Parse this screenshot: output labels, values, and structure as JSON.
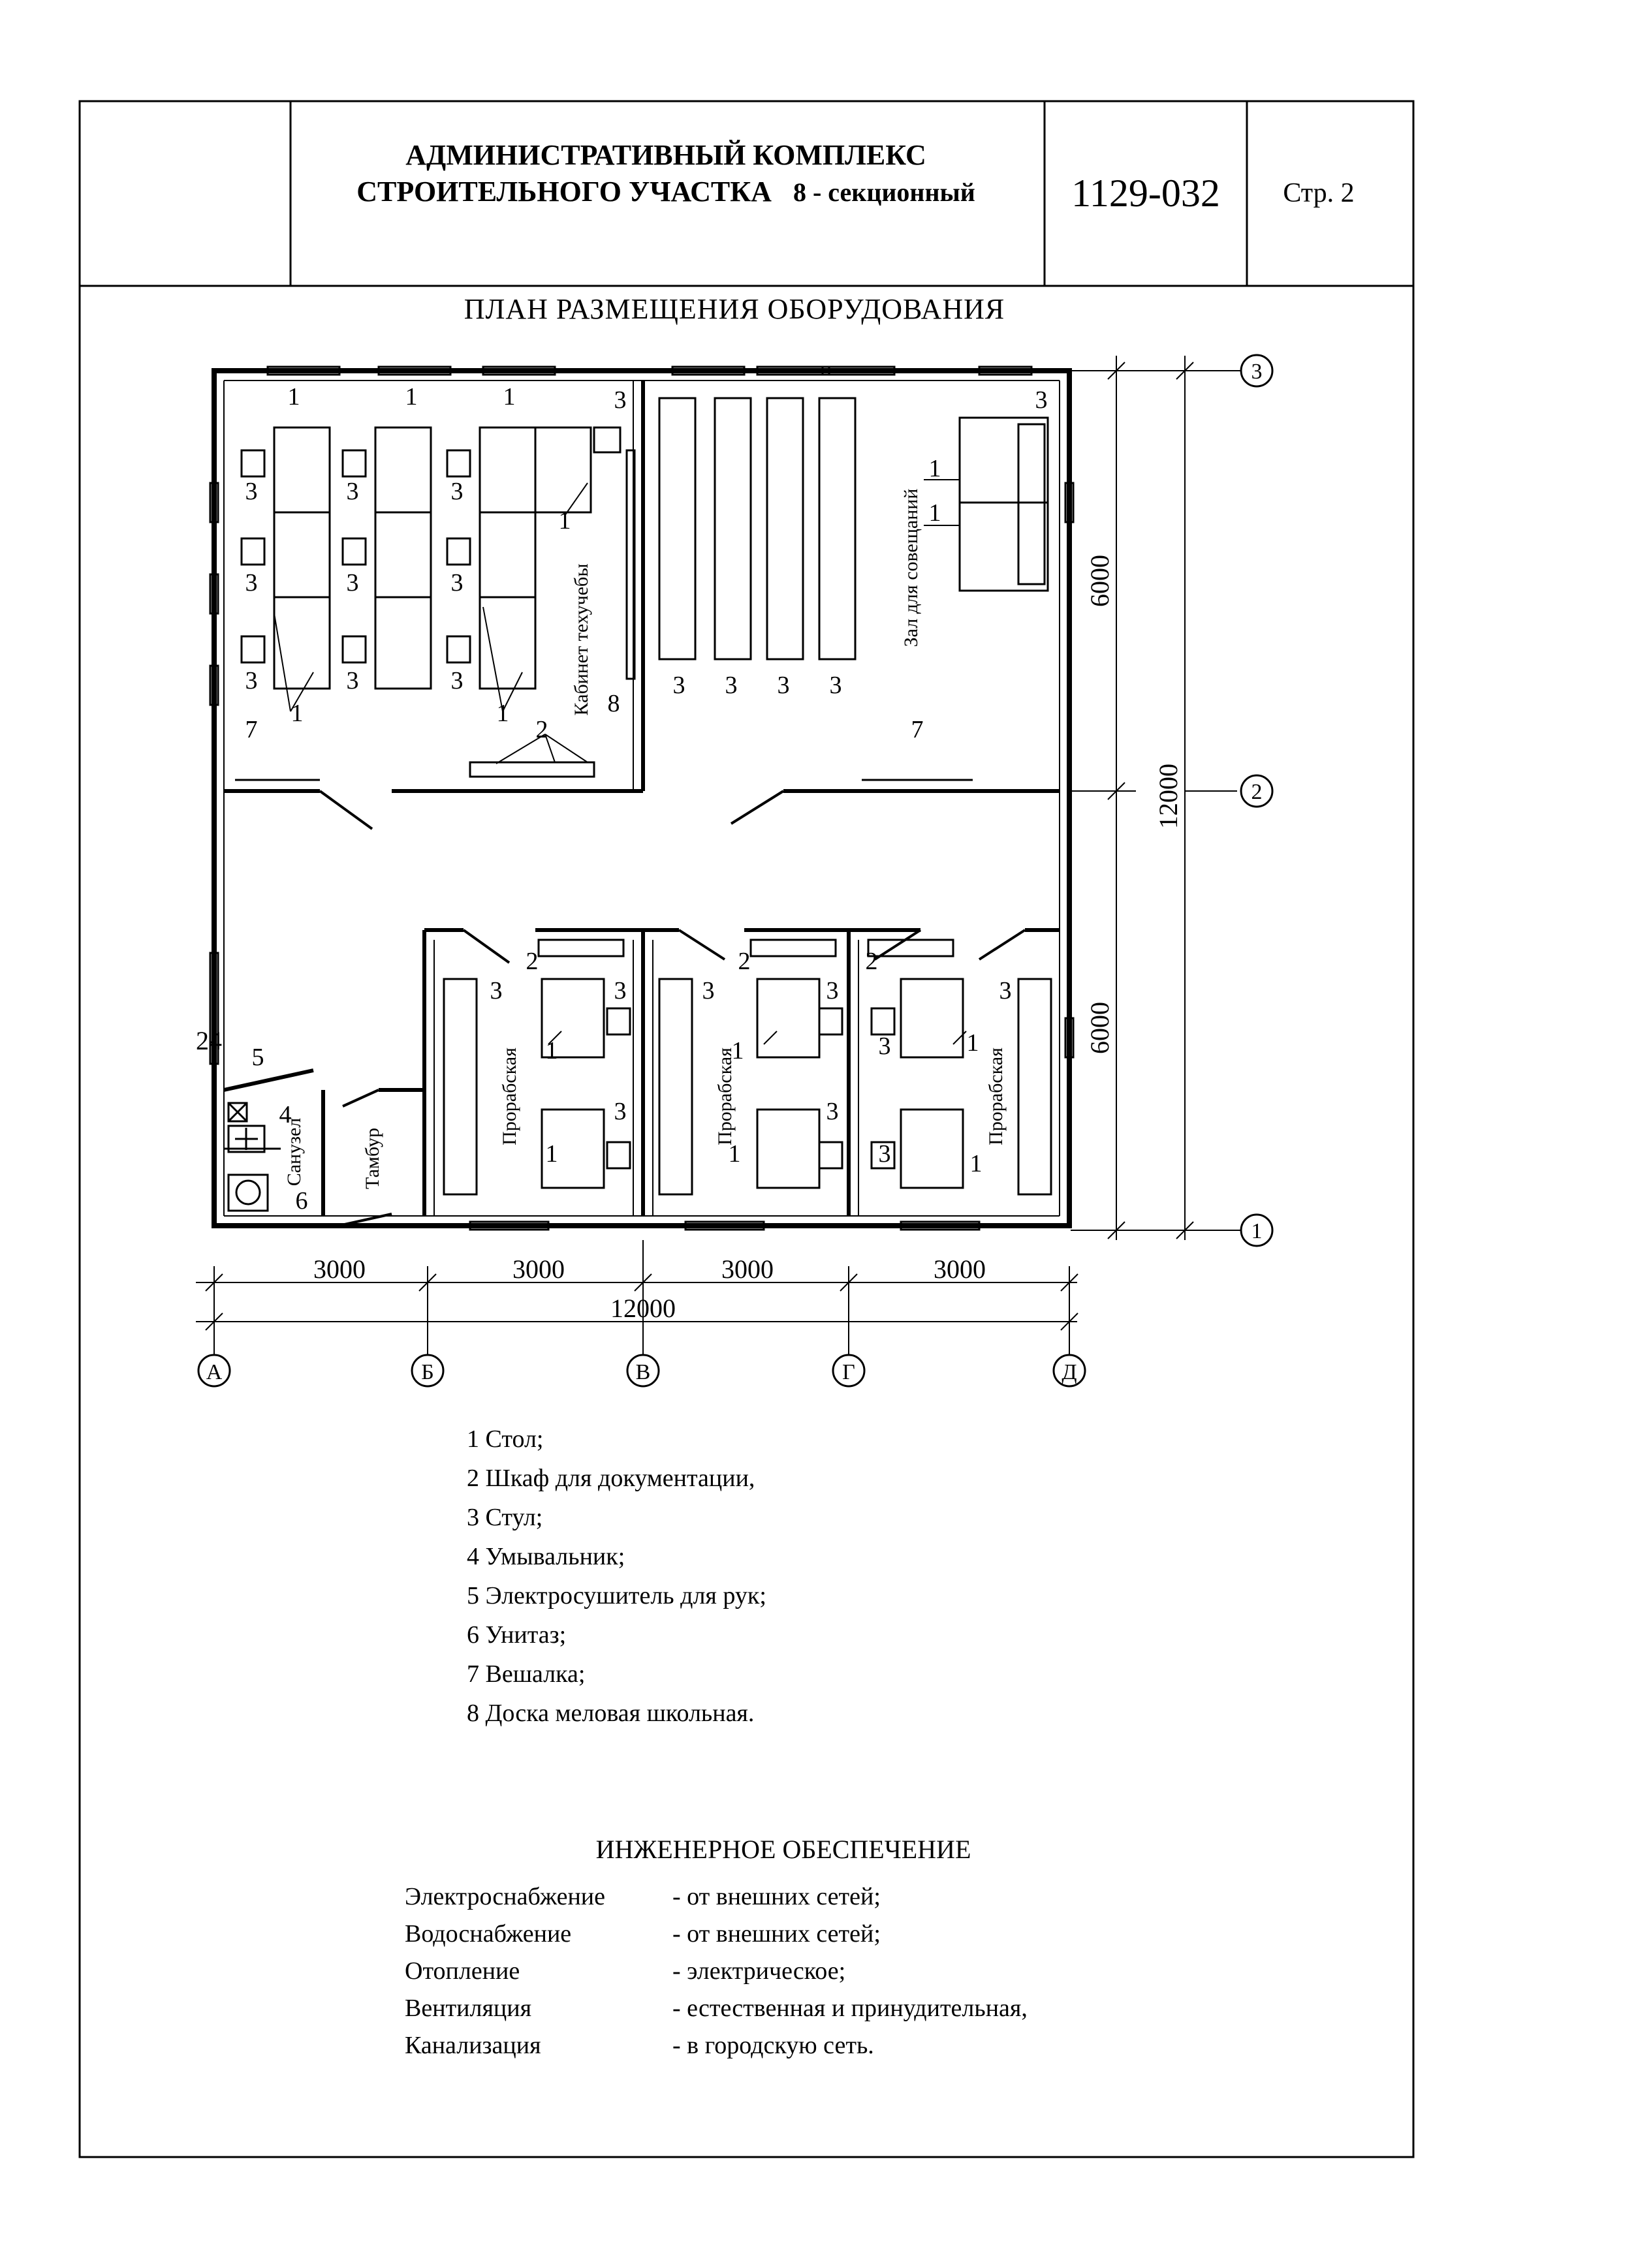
{
  "header": {
    "title_line1": "АДМИНИСТРАТИВНЫЙ КОМПЛЕКС",
    "title_line2": "СТРОИТЕЛЬНОГО УЧАСТКА",
    "title_line2_suffix": "8 - секционный",
    "code": "1129-032",
    "page": "Стр. 2"
  },
  "plan": {
    "title": "ПЛАН РАЗМЕЩЕНИЯ ОБОРУДОВАНИЯ",
    "rooms": {
      "tech_study": "Кабинет техучебы",
      "meeting_hall": "Зал для совещаний",
      "foreman": "Прорабская",
      "sanitary": "Санузел",
      "vestibule": "Тамбур"
    },
    "dimensions": {
      "bay": "3000",
      "total_width": "12000",
      "half_depth": "6000",
      "total_depth": "12000",
      "marker": "24"
    },
    "axes_letters": [
      "А",
      "Б",
      "В",
      "Г",
      "Д"
    ],
    "axes_numbers": [
      "1",
      "2",
      "3"
    ],
    "callouts": [
      "1",
      "2",
      "3",
      "4",
      "5",
      "6",
      "7",
      "8"
    ]
  },
  "legend": [
    "1 Стол;",
    "2 Шкаф для документации,",
    "3 Стул;",
    "4 Умывальник;",
    "5 Электросушитель для рук;",
    "6 Унитаз;",
    "7 Вешалка;",
    "8 Доска меловая школьная."
  ],
  "engineering": {
    "title": "ИНЖЕНЕРНОЕ ОБЕСПЕЧЕНИЕ",
    "items": [
      {
        "name": "Электроснабжение",
        "value": "- от внешних сетей;"
      },
      {
        "name": "Водоснабжение",
        "value": "- от внешних сетей;"
      },
      {
        "name": "Отопление",
        "value": "- электрическое;"
      },
      {
        "name": "Вентиляция",
        "value": "- естественная и принудительная,"
      },
      {
        "name": "Канализация",
        "value": "- в городскую сеть."
      }
    ]
  }
}
